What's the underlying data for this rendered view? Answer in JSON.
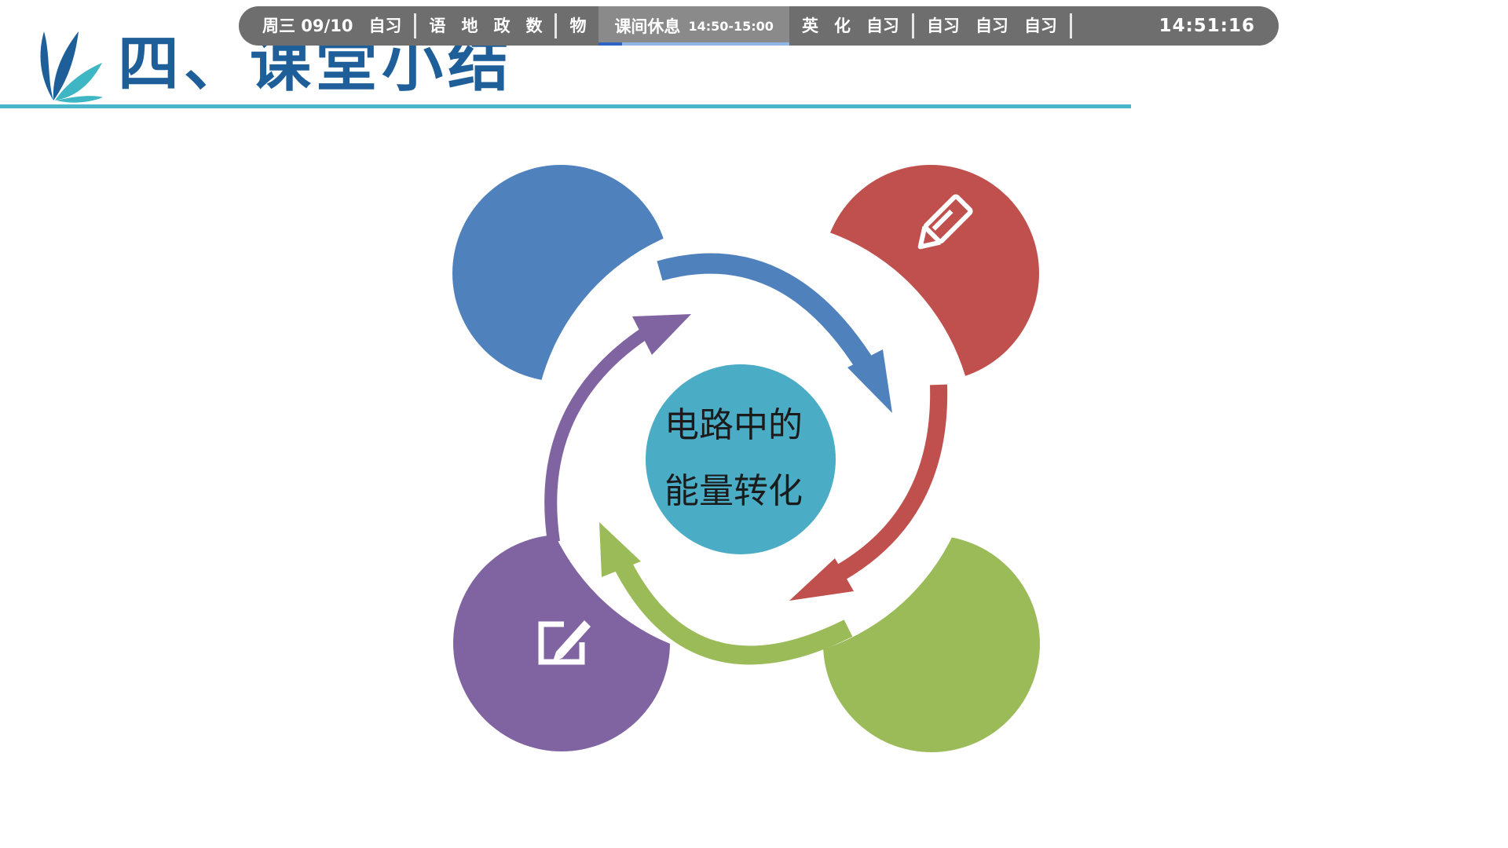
{
  "slide": {
    "title": "四、课堂小结",
    "center_lines": [
      "电路中的",
      "能量转化"
    ]
  },
  "colors": {
    "title": "#1f5f99",
    "rule": "#4bb6c9",
    "center": "#4bacc6",
    "blue": "#4f81bd",
    "red": "#c0504d",
    "green": "#9bbb59",
    "purple": "#8064a2",
    "toolbar_bg": "#6e6e6e",
    "toolbar_current": "#8a8a8a",
    "progress": "#2f63c3"
  },
  "icons": {
    "red_circle": "pencil-icon",
    "purple_circle": "edit-note-icon",
    "logo": "leaf-logo-icon"
  },
  "schedule": {
    "day_date": "周三 09/10",
    "groups": [
      [
        "自习"
      ],
      [
        "语",
        "地",
        "政",
        "数"
      ],
      [
        "物"
      ]
    ],
    "current": {
      "subject": "课间休息",
      "time": "14:50-15:00",
      "progress": 0.12
    },
    "after_groups": [
      [
        "英",
        "化",
        "自习"
      ],
      [
        "自习",
        "自习",
        "自习"
      ]
    ],
    "clock": "14:51:16"
  }
}
